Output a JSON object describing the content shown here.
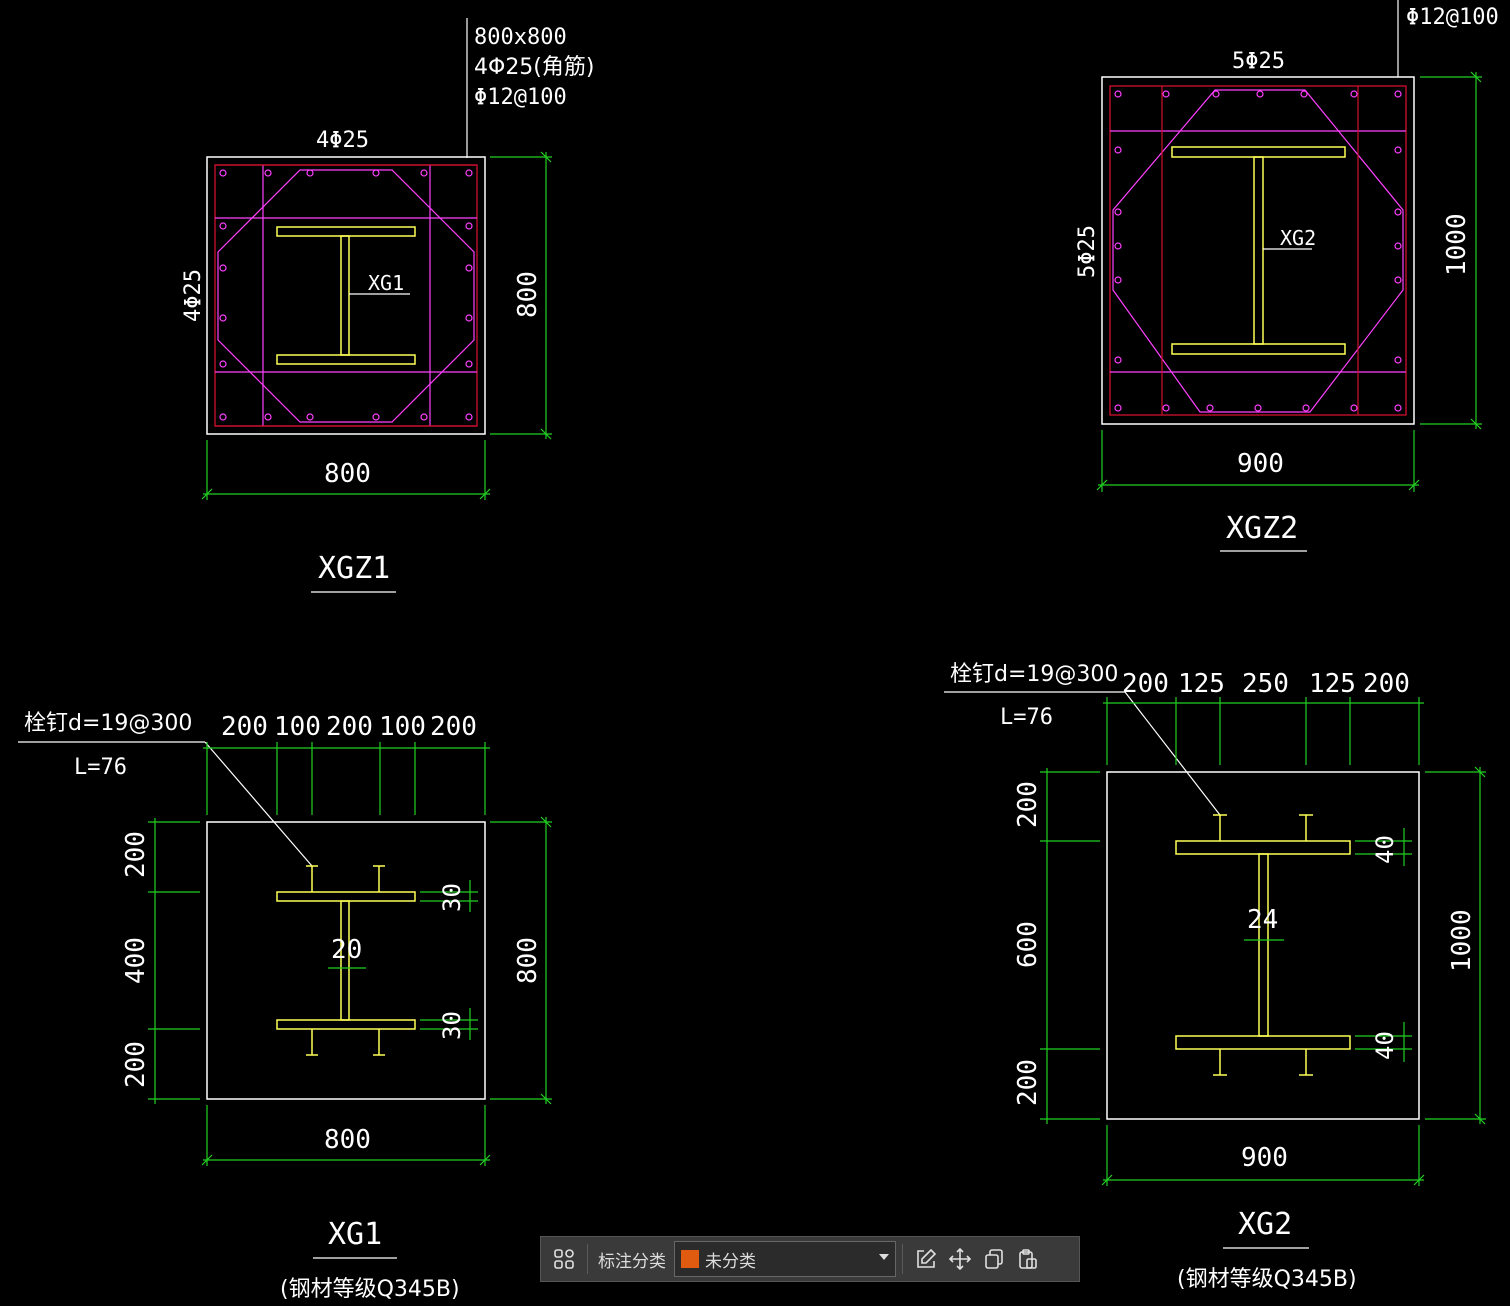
{
  "drawings": {
    "xgz1": {
      "title": "XGZ1",
      "section_note_line1": "800x800",
      "section_note_line2": "4Φ25(角筋)",
      "section_note_line3": "Φ12@100",
      "top_bar_label": "4Φ25",
      "side_bar_label": "4Φ25",
      "steel_label": "XG1",
      "dim_width": "800",
      "dim_height": "800"
    },
    "xgz2": {
      "title": "XGZ2",
      "section_note_line3": "Φ12@100",
      "top_bar_label": "5Φ25",
      "side_bar_label": "5Φ25",
      "steel_label": "XG2",
      "dim_width": "900",
      "dim_height": "1000"
    },
    "xg1": {
      "title": "XG1",
      "subtitle": "(钢材等级Q345B)",
      "stud_note_line1": "栓钉d=19@300",
      "stud_note_line2": "L=76",
      "top_dims": [
        "200",
        "100",
        "200",
        "100",
        "200"
      ],
      "left_dims": [
        "200",
        "400",
        "200"
      ],
      "dim_width": "800",
      "dim_height": "800",
      "flange_top": "30",
      "flange_bottom": "30",
      "web": "20"
    },
    "xg2": {
      "title": "XG2",
      "subtitle": "(钢材等级Q345B)",
      "stud_note_line1": "栓钉d=19@300",
      "stud_note_line2": "L=76",
      "top_dims": [
        "200",
        "125",
        "250",
        "125",
        "200"
      ],
      "left_dims": [
        "200",
        "600",
        "200"
      ],
      "dim_width": "900",
      "dim_height": "1000",
      "flange_top": "40",
      "flange_bottom": "40",
      "web": "24"
    }
  },
  "toolbar": {
    "annotation_label": "标注分类",
    "category_value": "未分类",
    "category_color": "#e05a10",
    "icons": [
      "grid-icon",
      "edit-icon",
      "move-icon",
      "copy-icon",
      "paste-icon"
    ]
  },
  "colors": {
    "background": "#000000",
    "outline": "#ffffff",
    "dimension": "#22d022",
    "steel": "#ffff55",
    "stirrup": "#ff40ff",
    "rebar_frame": "#d01030"
  }
}
